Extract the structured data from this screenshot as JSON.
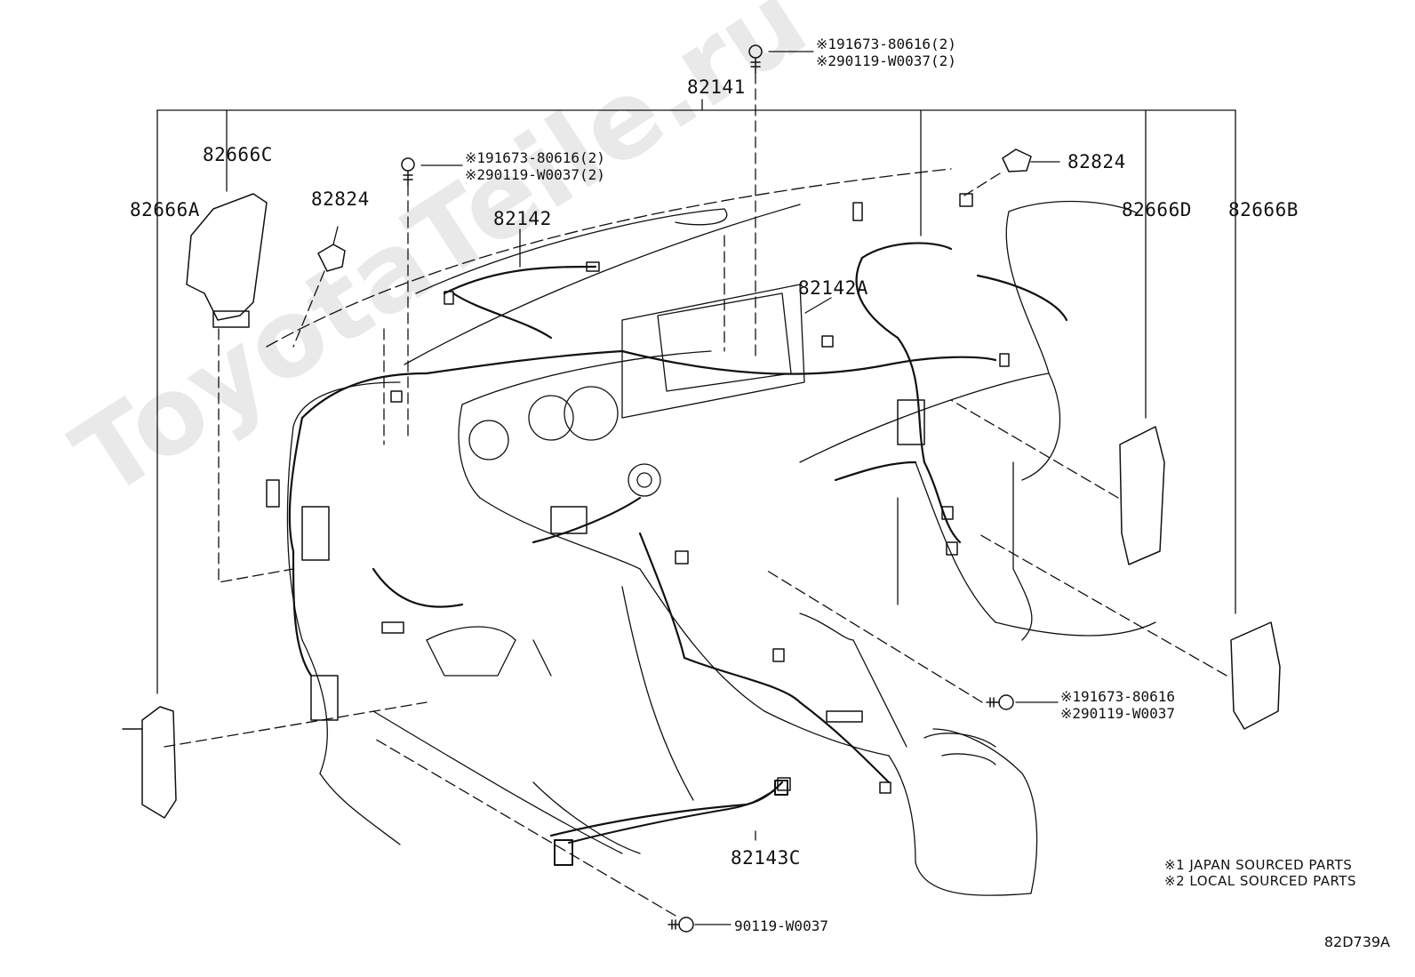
{
  "watermark": "ToyotaTeile.ru",
  "labels": {
    "p82141": "82141",
    "p82142": "82142",
    "p82142A": "82142A",
    "p82143C": "82143C",
    "p82666A": "82666A",
    "p82666B": "82666B",
    "p82666C": "82666C",
    "p82666D": "82666D",
    "p82824_left": "82824",
    "p82824_right": "82824",
    "bolt_bottom": "90119-W0037"
  },
  "bolt_notes": {
    "top": [
      "※191673-80616(2)",
      "※290119-W0037(2)"
    ],
    "mid": [
      "※191673-80616(2)",
      "※290119-W0037(2)"
    ],
    "right": [
      "※191673-80616",
      "※290119-W0037"
    ]
  },
  "legend": [
    "※1 JAPAN SOURCED PARTS",
    "※2 LOCAL SOURCED PARTS"
  ],
  "figure_code": "82D739A",
  "colors": {
    "line": "#111111",
    "watermark": "#e9e9e9",
    "background": "#ffffff"
  }
}
